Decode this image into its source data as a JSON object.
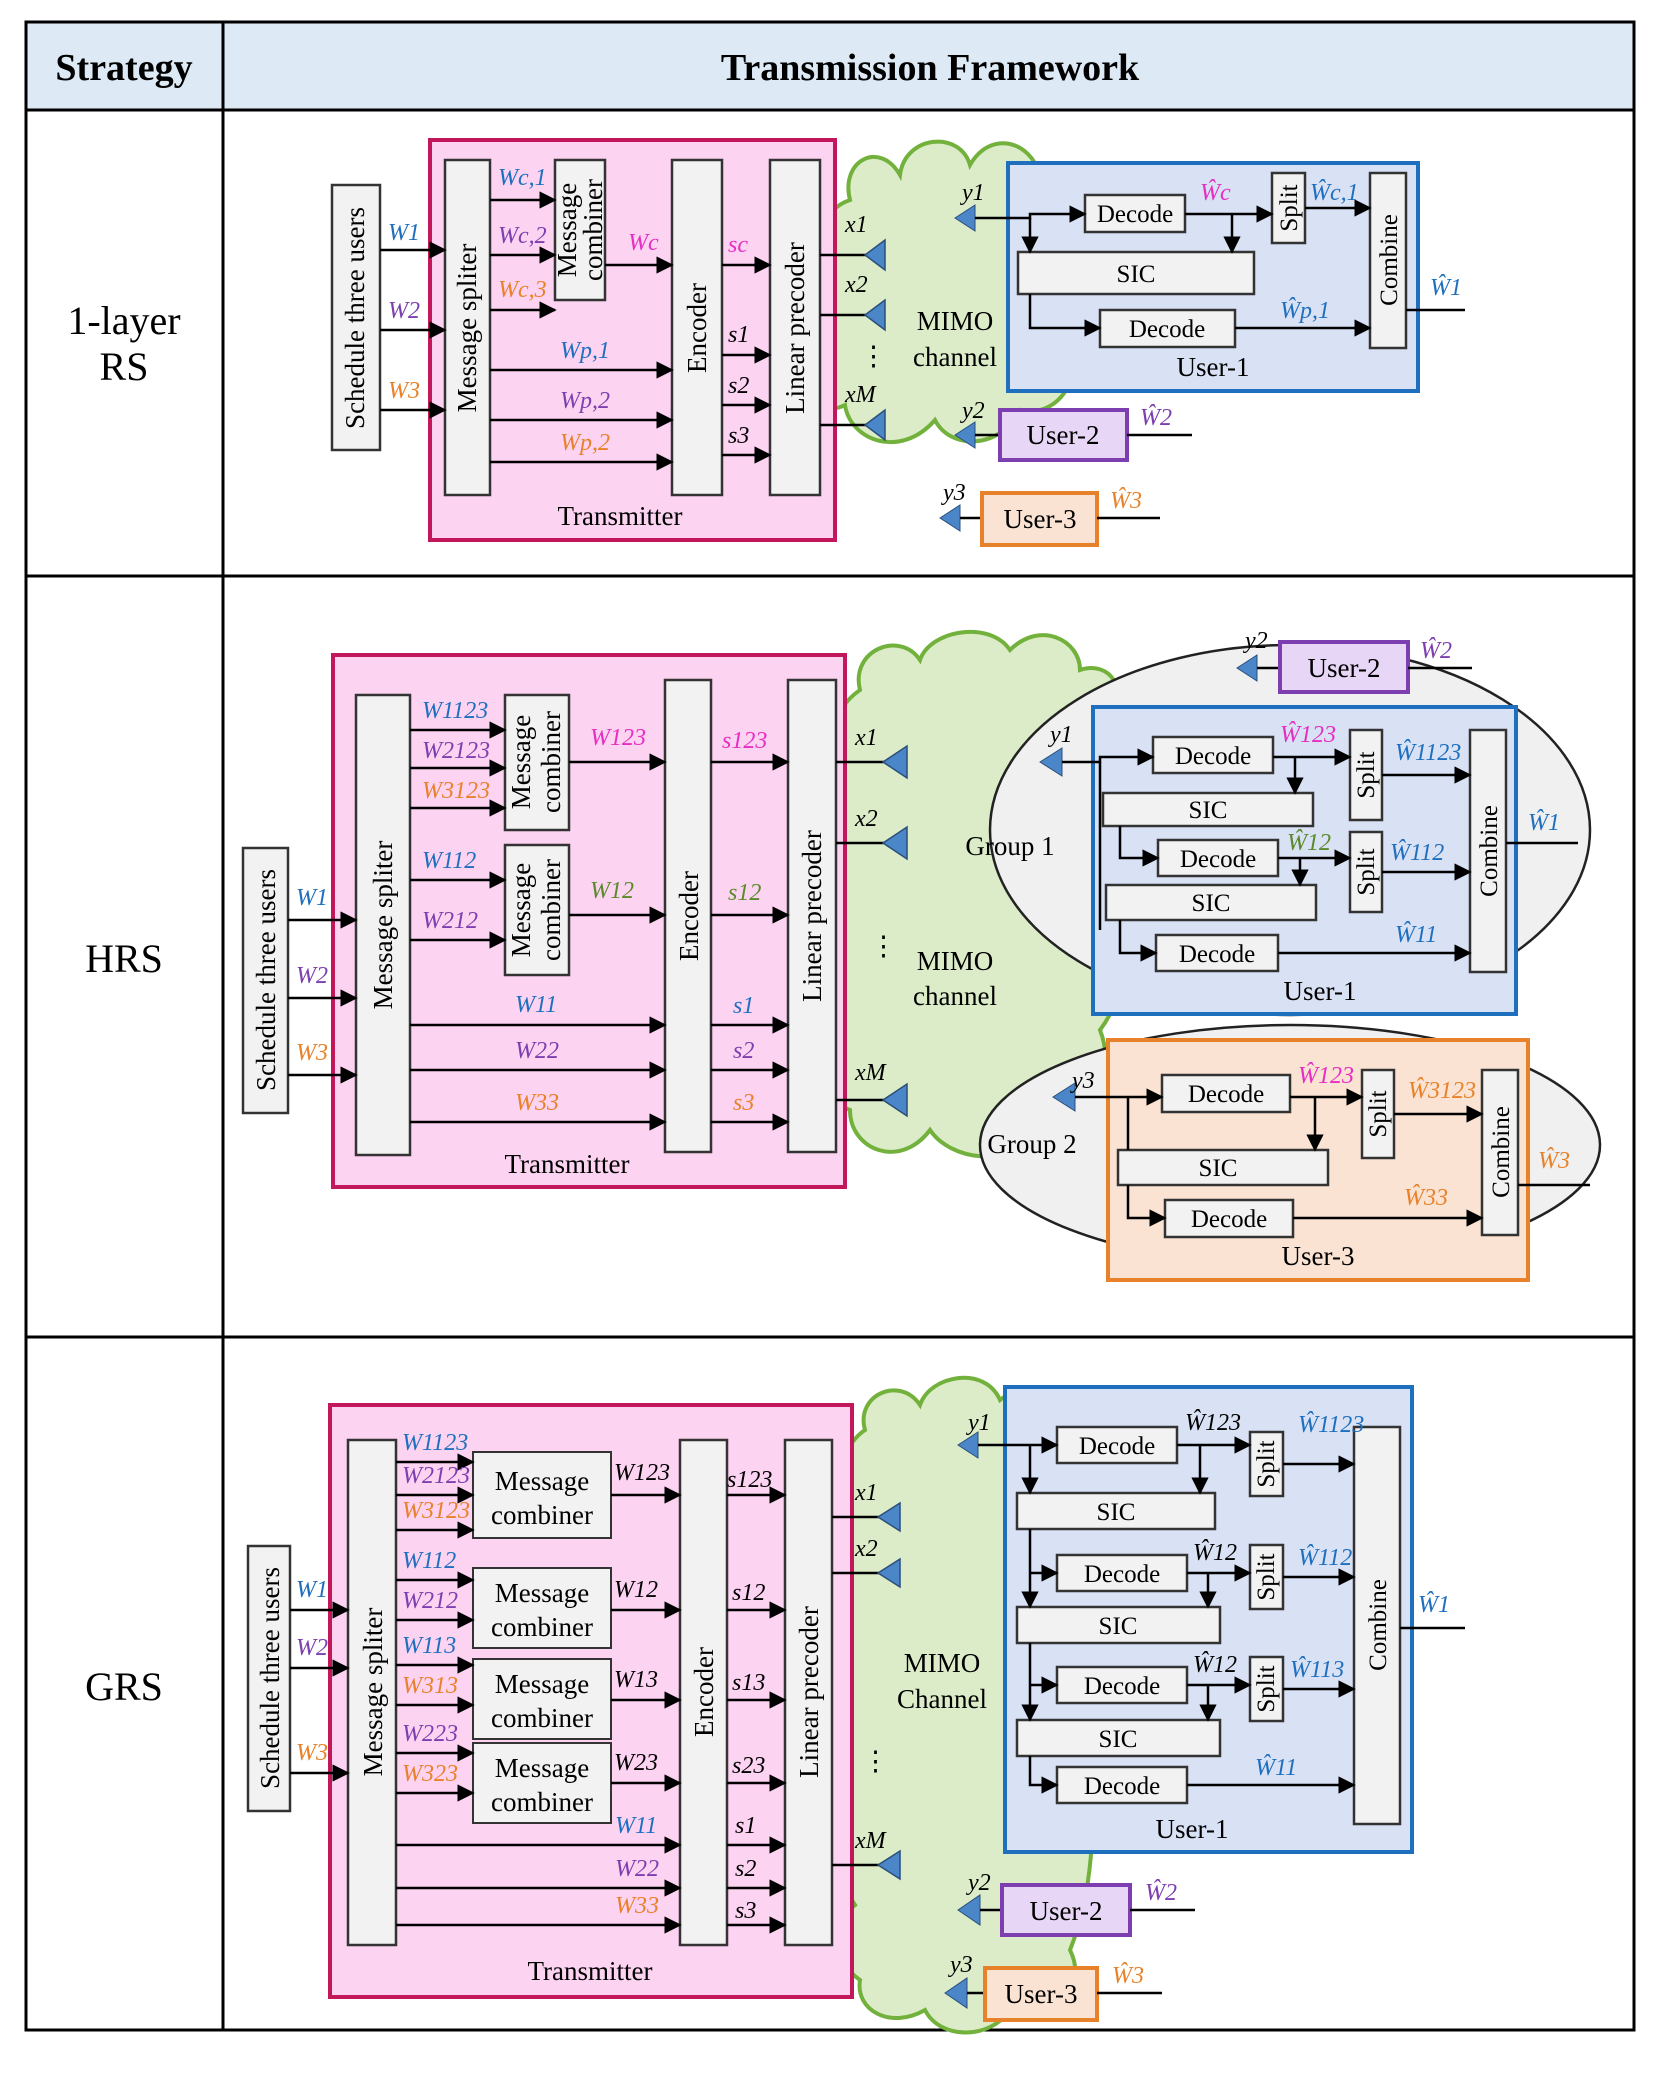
{
  "header": {
    "strategy": "Strategy",
    "framework": "Transmission Framework"
  },
  "rows": {
    "rs": {
      "strategy_l1": "1-layer",
      "strategy_l2": "RS",
      "schedule": "Schedule three users",
      "splitter": "Message spliter",
      "combiner_l1": "Message",
      "combiner_l2": "combiner",
      "encoder": "Encoder",
      "precoder": "Linear precoder",
      "transmitter": "Transmitter",
      "channel_l1": "MIMO",
      "channel_l2": "channel",
      "in": [
        "W1",
        "W2",
        "W3"
      ],
      "common_parts": [
        "Wc,1",
        "Wc,2",
        "Wc,3"
      ],
      "combined": "Wc",
      "private_parts": [
        "Wp,1",
        "Wp,2",
        "Wp,2"
      ],
      "streams": [
        "sc",
        "s1",
        "s2",
        "s3"
      ],
      "antennas": [
        "x1",
        "x2",
        "xM"
      ],
      "user1": {
        "label": "User-1",
        "decode1": "Decode",
        "sic": "SIC",
        "decode2": "Decode",
        "split": "Split",
        "combine": "Combine",
        "y": "y1",
        "wc_hat": "Ŵc",
        "wc1_hat": "Ŵc,1",
        "wp1_hat": "Ŵp,1",
        "out": "Ŵ1"
      },
      "user2": {
        "label": "User-2",
        "y": "y2",
        "out": "Ŵ2"
      },
      "user3": {
        "label": "User-3",
        "y": "y3",
        "out": "Ŵ3"
      }
    },
    "hrs": {
      "strategy": "HRS",
      "schedule": "Schedule three users",
      "splitter": "Message spliter",
      "combiner_l1": "Message",
      "combiner_l2": "combiner",
      "encoder": "Encoder",
      "precoder": "Linear precoder",
      "transmitter": "Transmitter",
      "channel_l1": "MIMO",
      "channel_l2": "channel",
      "in": [
        "W1",
        "W2",
        "W3"
      ],
      "parts": [
        "W1123",
        "W2123",
        "W3123",
        "W112",
        "W212",
        "W11",
        "W22",
        "W33"
      ],
      "combined": [
        "W123",
        "W12"
      ],
      "streams": [
        "s123",
        "s12",
        "s1",
        "s2",
        "s3"
      ],
      "antennas": [
        "x1",
        "x2",
        "xM"
      ],
      "group1": "Group 1",
      "group2": "Group 2",
      "user1": {
        "label": "User-1",
        "decode": "Decode",
        "sic": "SIC",
        "split": "Split",
        "combine": "Combine",
        "y": "y1",
        "w123_hat": "Ŵ123",
        "w12_hat": "Ŵ12",
        "w1_123": "Ŵ1123",
        "w1_12": "Ŵ112",
        "w1_1": "Ŵ11",
        "out": "Ŵ1"
      },
      "user2": {
        "label": "User-2",
        "y": "y2",
        "out": "Ŵ2"
      },
      "user3": {
        "label": "User-3",
        "decode": "Decode",
        "sic": "SIC",
        "split": "Split",
        "combine": "Combine",
        "y": "y3",
        "w123_hat": "Ŵ123",
        "w3_123": "Ŵ3123",
        "w3_3": "Ŵ33",
        "out": "Ŵ3"
      }
    },
    "grs": {
      "strategy": "GRS",
      "schedule": "Schedule three users",
      "splitter": "Message spliter",
      "combiner_l1": "Message",
      "combiner_l2": "combiner",
      "encoder": "Encoder",
      "precoder": "Linear precoder",
      "transmitter": "Transmitter",
      "channel_l1": "MIMO",
      "channel_l2": "Channel",
      "in": [
        "W1",
        "W2",
        "W3"
      ],
      "parts": [
        "W1123",
        "W2123",
        "W3123",
        "W112",
        "W212",
        "W113",
        "W313",
        "W223",
        "W323",
        "W11",
        "W22",
        "W33"
      ],
      "combined": [
        "W123",
        "W12",
        "W13",
        "W23"
      ],
      "streams": [
        "s123",
        "s12",
        "s13",
        "s23",
        "s1",
        "s2",
        "s3"
      ],
      "antennas": [
        "x1",
        "x2",
        "xM"
      ],
      "user1": {
        "label": "User-1",
        "decode": "Decode",
        "sic": "SIC",
        "split": "Split",
        "combine": "Combine",
        "y": "y1",
        "w123_hat": "Ŵ123",
        "w12_hat_a": "Ŵ12",
        "w12_hat_b": "Ŵ12",
        "w1_123": "Ŵ1123",
        "w1_12": "Ŵ112",
        "w1_13": "Ŵ113",
        "w1_1": "Ŵ11",
        "out": "Ŵ1"
      },
      "user2": {
        "label": "User-2",
        "y": "y2",
        "out": "Ŵ2"
      },
      "user3": {
        "label": "User-3",
        "y": "y3",
        "out": "Ŵ3"
      }
    }
  },
  "colors": {
    "user1": "#1f6fbf",
    "user2": "#7d3fb0",
    "user3": "#e8822a",
    "common": "#e62ec3",
    "group": "#5a8a2a",
    "transmitter_fill": "#fdd3f2",
    "transmitter_border": "#c2185b",
    "user1_fill": "#d9e1f4",
    "user1_border": "#1f6fbf",
    "user3_fill": "#fbe3d3",
    "user3_border": "#e8822a",
    "cloud_fill": "#dcecc8",
    "cloud_border": "#73b13d",
    "antenna": "#4a86c8"
  }
}
